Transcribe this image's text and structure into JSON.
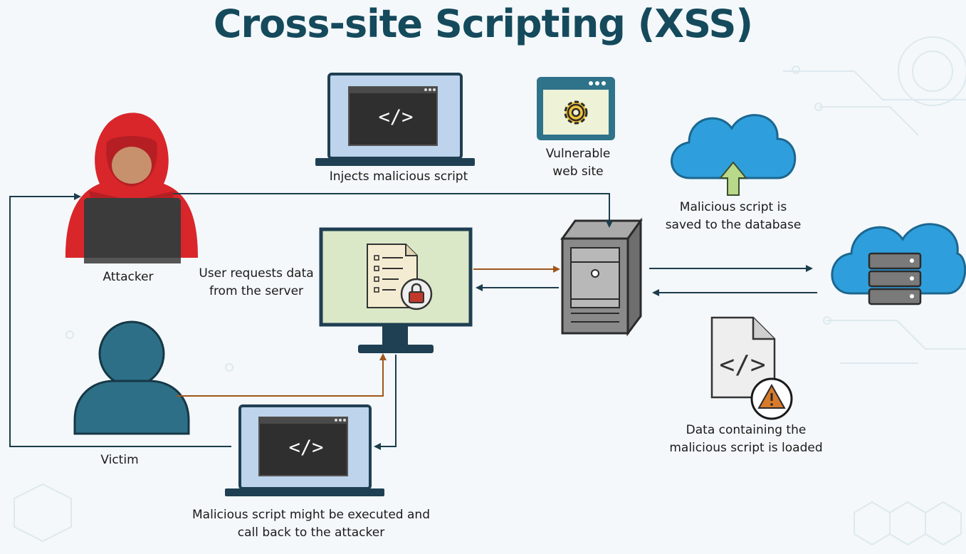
{
  "title": "Cross-site Scripting (XSS)",
  "labels": {
    "attacker": "Attacker",
    "victim": "Victim",
    "injects": "Injects malicious script",
    "vulnerable_line1": "Vulnerable",
    "vulnerable_line2": "web site",
    "saved_line1": "Malicious script is",
    "saved_line2": "saved to the database",
    "user_requests_line1": "User requests data",
    "user_requests_line2": "from the server",
    "loaded_line1": "Data containing the",
    "loaded_line2": "malicious script is loaded",
    "executed_line1": "Malicious script might be executed and",
    "executed_line2": "call back to the attacker"
  },
  "code_glyph": "</>",
  "colors": {
    "title": "#154a5c",
    "hood": "#d9262b",
    "victim": "#2d6f86",
    "cloud": "#2e9fdc",
    "arrow_dark": "#1c3d4c",
    "arrow_brown": "#a0561b",
    "screen": "#dbe8c8",
    "server": "#8a8a8a"
  }
}
